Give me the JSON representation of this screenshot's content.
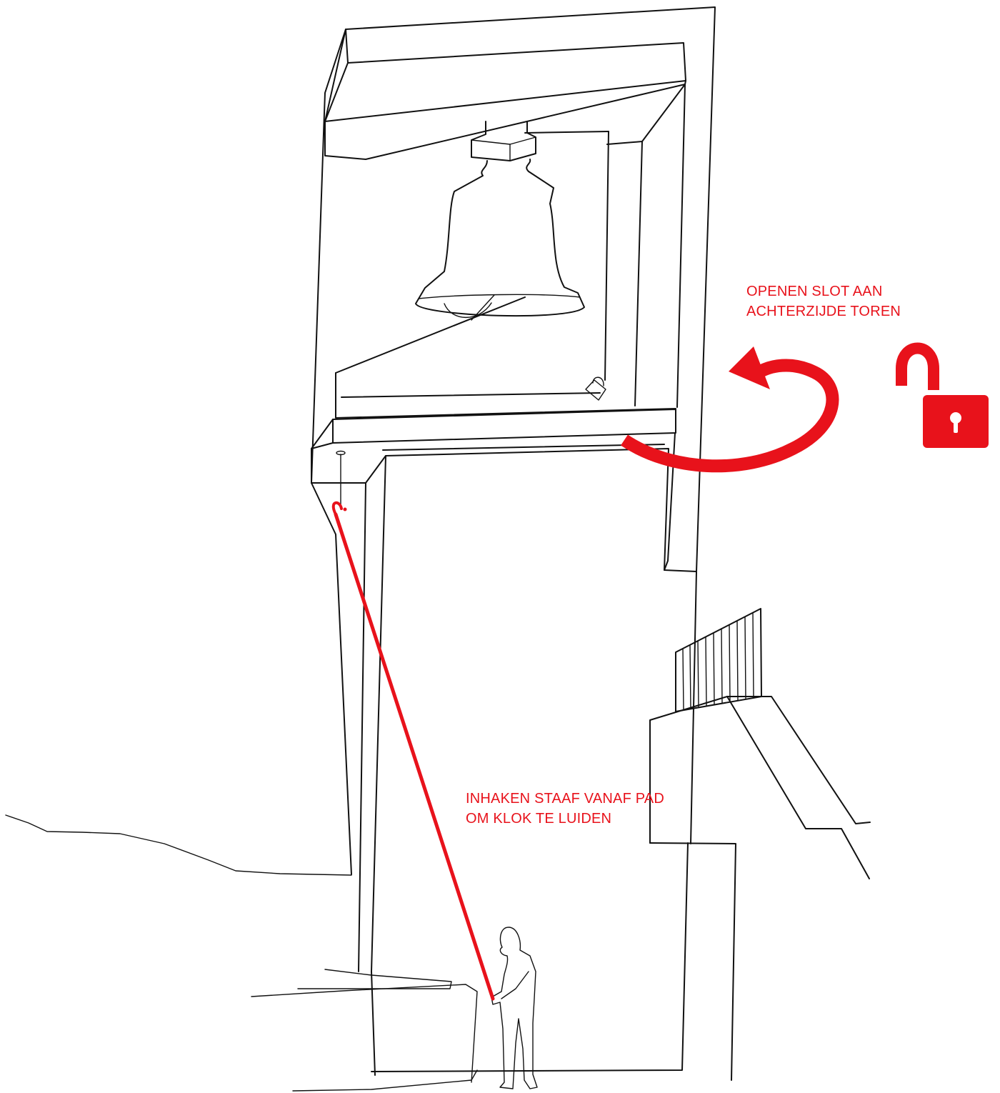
{
  "annotations": {
    "unlock": {
      "line1": "OPENEN SLOT AAN",
      "line2": "ACHTERZIJDE TOREN"
    },
    "hook": {
      "line1": "INHAKEN STAAF VANAF  PAD",
      "line2": "OM KLOK TE LUIDEN"
    }
  },
  "colors": {
    "annotation": "#e8121b",
    "line_art": "#111111",
    "background": "#ffffff"
  },
  "icons": {
    "rotation_arrow": "curved-arrow-icon",
    "lock": "open-padlock-icon"
  }
}
